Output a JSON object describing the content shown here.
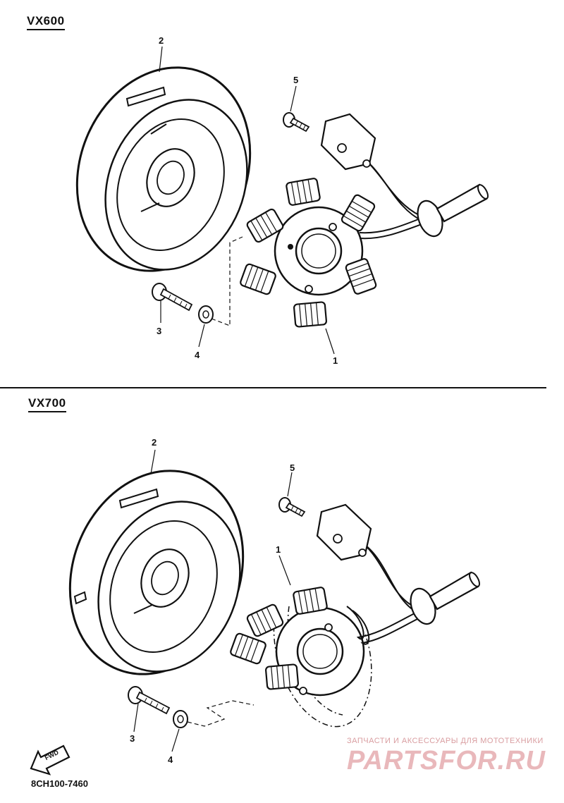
{
  "sections": [
    {
      "title": "VX600",
      "callouts": {
        "stator": "1",
        "flywheel": "2",
        "bolt": "3",
        "washer": "4",
        "screw": "5"
      }
    },
    {
      "title": "VX700",
      "callouts": {
        "stator": "1",
        "flywheel": "2",
        "bolt": "3",
        "washer": "4",
        "screw": "5"
      }
    }
  ],
  "fwd_label": "FWD",
  "part_code": "8CH100-7460",
  "watermark": {
    "tagline": "ЗАПЧАСТИ И АКСЕССУАРЫ ДЛЯ МОТОТЕХНИКИ",
    "brand": "PARTSFOR.RU"
  },
  "colors": {
    "ink": "#111111",
    "watermark": "#d99da0"
  }
}
